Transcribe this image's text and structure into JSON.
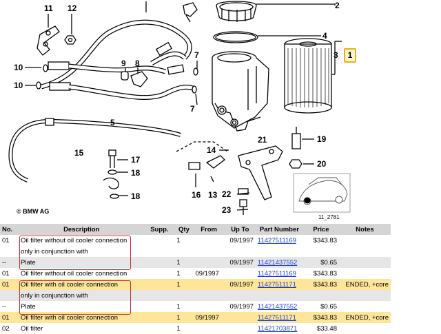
{
  "diagram": {
    "labels": {
      "n1": "1",
      "n2": "2",
      "n3": "3",
      "n4": "4",
      "n5": "5",
      "n7a": "7",
      "n7b": "7",
      "n8": "8",
      "n9": "9",
      "n10a": "10",
      "n10b": "10",
      "n11": "11",
      "n12": "12",
      "n13": "13",
      "n14": "14",
      "n15": "15",
      "n16": "16",
      "n17": "17",
      "n18a": "18",
      "n18b": "18",
      "n19": "19",
      "n20": "20",
      "n21": "21",
      "n22": "22",
      "n23": "23"
    },
    "copyright": "© BMW AG",
    "figure_id": "11_2781"
  },
  "table": {
    "headers": [
      "No.",
      "Description",
      "Supp.",
      "Qty",
      "From",
      "Up To",
      "Part Number",
      "Price",
      "Notes"
    ],
    "rows": [
      {
        "no": "01",
        "desc": "Oil filter without oil cooler connection",
        "supp": "",
        "qty": "1",
        "from": "",
        "upto": "09/1997",
        "pn": "11427511169",
        "price": "$343.83",
        "notes": "",
        "style": "plain"
      },
      {
        "no": "",
        "desc": "only in conjunction with",
        "supp": "",
        "qty": "",
        "from": "",
        "upto": "",
        "pn": "",
        "price": "",
        "notes": "",
        "style": "plain"
      },
      {
        "no": "--",
        "desc": "Plate",
        "supp": "",
        "qty": "1",
        "from": "",
        "upto": "09/1997",
        "pn": "11421437552",
        "price": "$0.65",
        "notes": "",
        "style": "gray"
      },
      {
        "no": "01",
        "desc": "Oil filter without oil cooler connection",
        "supp": "",
        "qty": "1",
        "from": "09/1997",
        "upto": "",
        "pn": "11427511169",
        "price": "$343.83",
        "notes": "",
        "style": "plain"
      },
      {
        "no": "01",
        "desc": "Oil filter with oil cooler connection",
        "supp": "",
        "qty": "1",
        "from": "",
        "upto": "09/1997",
        "pn": "11427511171",
        "price": "$343.83",
        "notes": "ENDED, +core",
        "style": "highlight"
      },
      {
        "no": "",
        "desc": "only in conjunction with",
        "supp": "",
        "qty": "",
        "from": "",
        "upto": "",
        "pn": "",
        "price": "",
        "notes": "",
        "style": "gray"
      },
      {
        "no": "--",
        "desc": "Plate",
        "supp": "",
        "qty": "1",
        "from": "",
        "upto": "09/1997",
        "pn": "11421437552",
        "price": "$0.65",
        "notes": "",
        "style": "plain"
      },
      {
        "no": "01",
        "desc": "Oil filter with oil cooler connection",
        "supp": "",
        "qty": "1",
        "from": "09/1997",
        "upto": "",
        "pn": "11427511171",
        "price": "$343.83",
        "notes": "ENDED, +core",
        "style": "highlight"
      },
      {
        "no": "02",
        "desc": "Oil filter",
        "supp": "",
        "qty": "1",
        "from": "",
        "upto": "",
        "pn": "11421703871",
        "price": "$33.48",
        "notes": "",
        "style": "plain"
      }
    ]
  }
}
